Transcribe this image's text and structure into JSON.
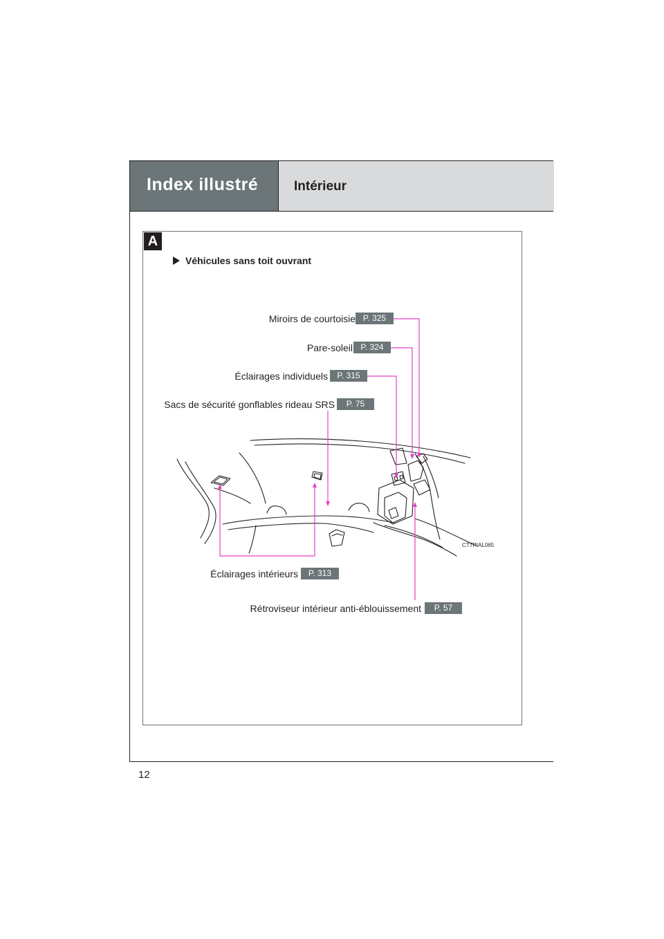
{
  "header": {
    "section": "Index illustré",
    "title": "Intérieur"
  },
  "figure": {
    "tab": "A",
    "subheading": "Véhicules sans toit ouvrant",
    "image_code": "CTTPIAL065",
    "callouts": [
      {
        "label": "Miroirs de courtoisie",
        "ref": "P. 325"
      },
      {
        "label": "Pare-soleil",
        "ref": "P. 324"
      },
      {
        "label": "Éclairages individuels",
        "ref": "P. 315"
      },
      {
        "label": "Sacs de sécurité gonflables rideau SRS",
        "ref": "P. 75"
      },
      {
        "label": "Éclairages intérieurs",
        "ref": "P. 313"
      },
      {
        "label": "Rétroviseur intérieur anti-éblouissement",
        "ref": "P. 57"
      }
    ],
    "leader_color": "#e63ec8"
  },
  "page_number": "12"
}
